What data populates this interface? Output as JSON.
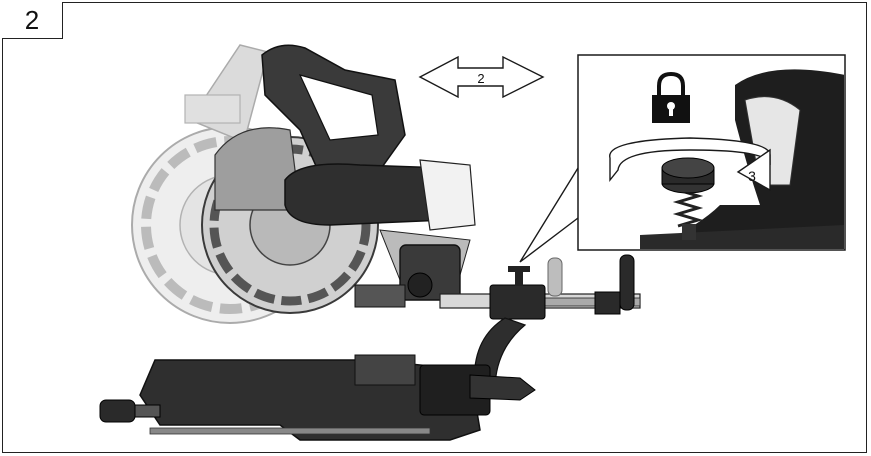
{
  "step_number": "2",
  "arrow_label": "2",
  "callout_label": "3",
  "icons": [
    "lock-icon",
    "double-arrow-icon",
    "rotate-arrow-icon"
  ],
  "colors": {
    "line": "#1a1a1a",
    "dark": "#2b2b2b",
    "light": "#bdbdbd",
    "ghost": "#9a9a9a"
  }
}
